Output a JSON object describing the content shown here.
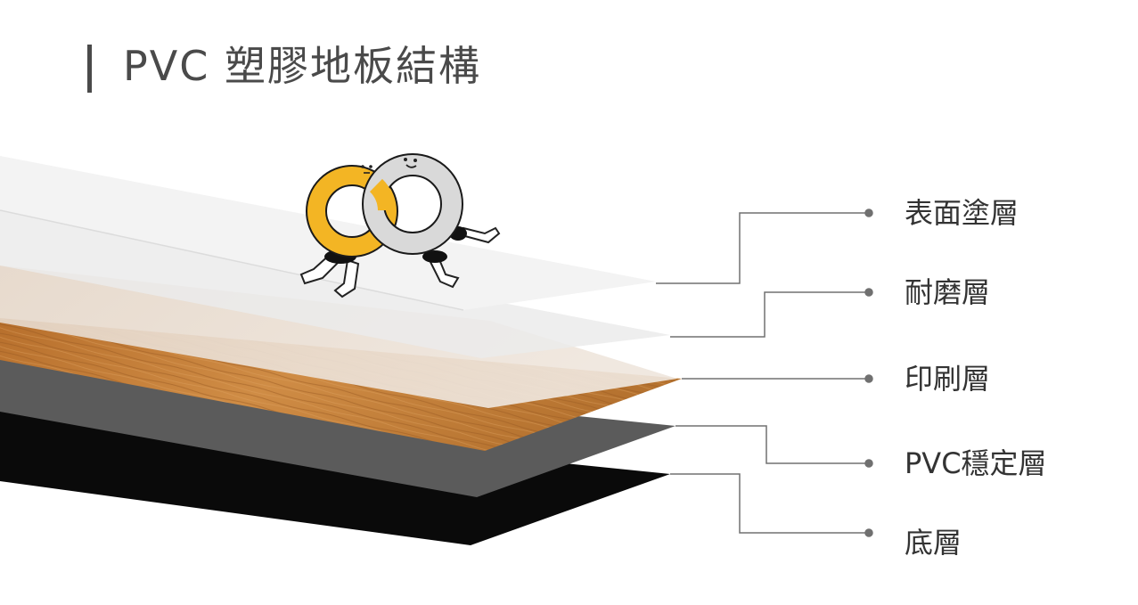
{
  "title": "PVC 塑膠地板結構",
  "layers": [
    {
      "label": "表面塗層"
    },
    {
      "label": "耐磨層"
    },
    {
      "label": "印刷層"
    },
    {
      "label": "PVC穩定層"
    },
    {
      "label": "底層"
    }
  ],
  "colors": {
    "title": "#4a4a4a",
    "label": "#333333",
    "leader": "#707070",
    "surface_coating": "#f2f2f2",
    "wear_layer": "#e9e9e9",
    "print_layer": "#c8843c",
    "pvc_stable": "#5b5b5b",
    "base_layer": "#0a0a0a",
    "mascot_yellow": "#f3b524",
    "mascot_gray": "#d9d9d9"
  }
}
